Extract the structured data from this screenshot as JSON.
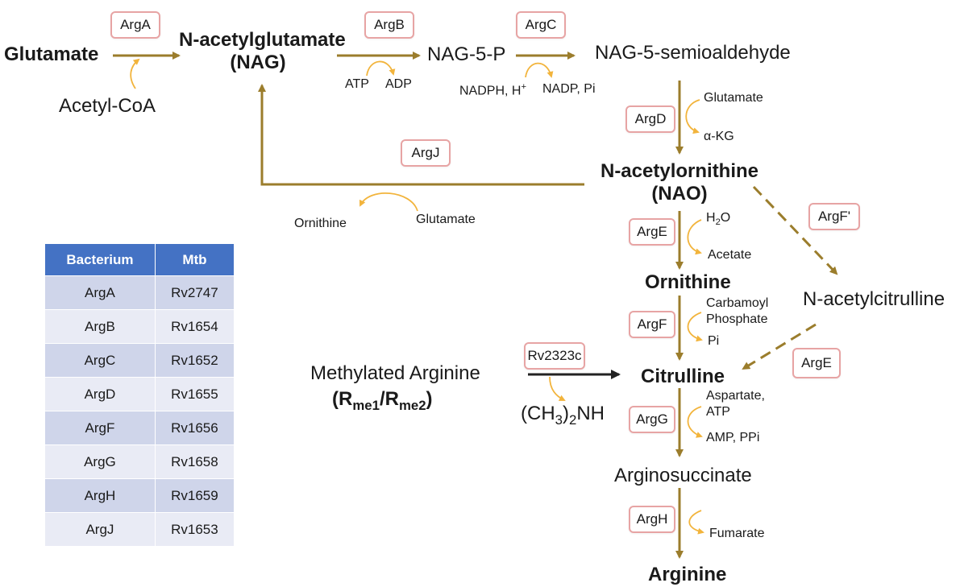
{
  "metabolites": {
    "glutamate": "Glutamate",
    "acetyl_coa": "Acetyl-CoA",
    "nag_line1": "N-acetylglutamate",
    "nag_line2": "(NAG)",
    "nag5p": "NAG-5-P",
    "nag_semi": "NAG-5-semioaldehyde",
    "nao_line1": "N-acetylornithine",
    "nao_line2": "(NAO)",
    "ornithine": "Ornithine",
    "n_acetylcitrulline": "N-acetylcitrulline",
    "citrulline": "Citrulline",
    "arginosuccinate": "Arginosuccinate",
    "arginine": "Arginine",
    "methylated_arginine": "Methylated Arginine",
    "rme_open": "(",
    "rme1": "R",
    "rme1_sub": "me1",
    "rme_slash": "/",
    "rme2": "R",
    "rme2_sub": "me2",
    "rme_close": ")"
  },
  "cofactors": {
    "atp": "ATP",
    "adp": "ADP",
    "nadph": "NADPH, H",
    "nadph_sup": "+",
    "nadp_pi": "NADP, Pi",
    "glutamate_argd": "Glutamate",
    "akg": "α-KG",
    "ornithine_argj": "Ornithine",
    "glutamate_argj": "Glutamate",
    "h2o_h": "H",
    "h2o_sub": "2",
    "h2o_o": "O",
    "acetate": "Acetate",
    "carbamoyl": "Carbamoyl",
    "phosphate": "Phosphate",
    "pi": "Pi",
    "aspartate": "Aspartate,",
    "atp_argg": "ATP",
    "amp_ppi": "AMP, PPi",
    "fumarate": "Fumarate",
    "dma_pre": "(CH",
    "dma_sub": "3",
    "dma_post": ")",
    "dma_sub2": "2",
    "dma_end": "NH"
  },
  "enzymes": {
    "arga": "ArgA",
    "argb": "ArgB",
    "argc": "ArgC",
    "argd": "ArgD",
    "argj": "ArgJ",
    "arge": "ArgE",
    "argf_prime": "ArgF'",
    "argf": "ArgF",
    "rv2323c": "Rv2323c",
    "arge2": "ArgE",
    "argg": "ArgG",
    "argh": "ArgH"
  },
  "table": {
    "headers": [
      "Bacterium",
      "Mtb"
    ],
    "rows": [
      [
        "ArgA",
        "Rv2747"
      ],
      [
        "ArgB",
        "Rv1654"
      ],
      [
        "ArgC",
        "Rv1652"
      ],
      [
        "ArgD",
        "Rv1655"
      ],
      [
        "ArgF",
        "Rv1656"
      ],
      [
        "ArgG",
        "Rv1658"
      ],
      [
        "ArgH",
        "Rv1659"
      ],
      [
        "ArgJ",
        "Rv1653"
      ]
    ]
  },
  "colors": {
    "main_arrow": "#9b7d2c",
    "cofactor_arrow": "#f2b43c",
    "black_arrow": "#222222",
    "enzyme_border": "#e7a4a4",
    "table_header": "#4472c4",
    "table_odd": "#cfd5ea",
    "table_even": "#e9ebf5"
  }
}
